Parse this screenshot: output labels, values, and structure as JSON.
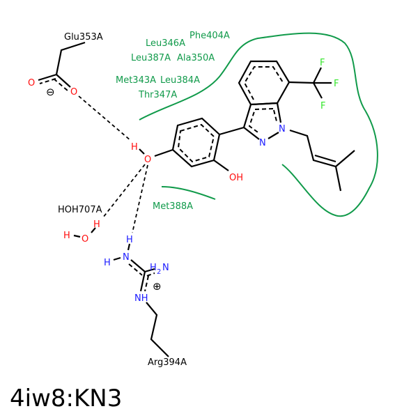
{
  "title": "4iw8:KN3",
  "colors": {
    "hydrophobic": "#109a4a",
    "oxygen": "#ff0d0d",
    "nitrogen": "#1b1bff",
    "fluorine": "#33e62a"
  },
  "residues": {
    "glu": "Glu353A",
    "hoh": "HOH707A",
    "arg": "Arg394A",
    "hydrophobic": [
      "Phe404A",
      "Leu346A",
      "Leu387A",
      "Ala350A",
      "Met343A",
      "Leu384A",
      "Thr347A",
      "Met388A"
    ]
  },
  "atoms": {
    "O": "O",
    "H": "H",
    "N": "N",
    "F": "F",
    "OH": "OH",
    "NH": "NH",
    "H2N_H": "H",
    "H2N_2": "2",
    "H2N_N": "N",
    "minus": "⊖",
    "plus": "⊕"
  }
}
